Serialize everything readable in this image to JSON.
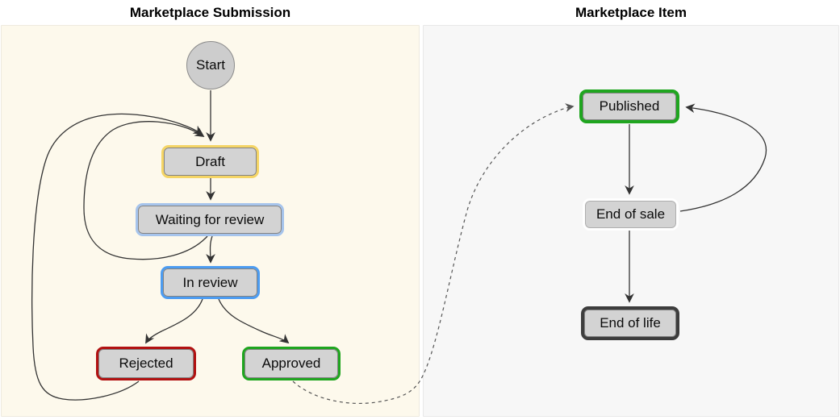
{
  "titles": {
    "left": "Marketplace Submission",
    "right": "Marketplace Item"
  },
  "panels": {
    "left_bg": "#fdf9ec",
    "right_bg": "#f7f7f7"
  },
  "nodes": {
    "start": {
      "label": "Start",
      "shape": "circle",
      "fill": "#cdcdcd",
      "border": "#8b8b8b"
    },
    "draft": {
      "label": "Draft",
      "shape": "rect",
      "fill": "#d3d3d3",
      "border": "#f5d565"
    },
    "waiting": {
      "label": "Waiting for review",
      "shape": "rect",
      "fill": "#d3d3d3",
      "border": "#a6c4ec"
    },
    "in_review": {
      "label": "In review",
      "shape": "rect",
      "fill": "#d3d3d3",
      "border": "#4c9cf1"
    },
    "rejected": {
      "label": "Rejected",
      "shape": "rect",
      "fill": "#d3d3d3",
      "border": "#b11111"
    },
    "approved": {
      "label": "Approved",
      "shape": "rect",
      "fill": "#d3d3d3",
      "border": "#1fa51f"
    },
    "published": {
      "label": "Published",
      "shape": "rect",
      "fill": "#d3d3d3",
      "border": "#1fa51f"
    },
    "end_of_sale": {
      "label": "End of sale",
      "shape": "rect",
      "fill": "#d3d3d3",
      "border": "#ffffff"
    },
    "end_of_life": {
      "label": "End of life",
      "shape": "rect",
      "fill": "#d3d3d3",
      "border": "#3d3d3d"
    }
  },
  "edges": [
    {
      "from": "Start",
      "to": "Draft",
      "style": "solid"
    },
    {
      "from": "Draft",
      "to": "Waiting for review",
      "style": "solid"
    },
    {
      "from": "Waiting for review",
      "to": "In review",
      "style": "solid"
    },
    {
      "from": "Waiting for review",
      "to": "Draft",
      "style": "solid"
    },
    {
      "from": "In review",
      "to": "Rejected",
      "style": "solid"
    },
    {
      "from": "In review",
      "to": "Approved",
      "style": "solid"
    },
    {
      "from": "Rejected",
      "to": "Draft",
      "style": "solid"
    },
    {
      "from": "Approved",
      "to": "Published",
      "style": "dashed"
    },
    {
      "from": "Published",
      "to": "End of sale",
      "style": "solid"
    },
    {
      "from": "End of sale",
      "to": "Published",
      "style": "solid"
    },
    {
      "from": "End of sale",
      "to": "End of life",
      "style": "solid"
    }
  ],
  "colors": {
    "edge_solid": "#333333",
    "edge_dashed": "#555555",
    "title_text": "#000000",
    "node_text": "#0b0b0b"
  }
}
